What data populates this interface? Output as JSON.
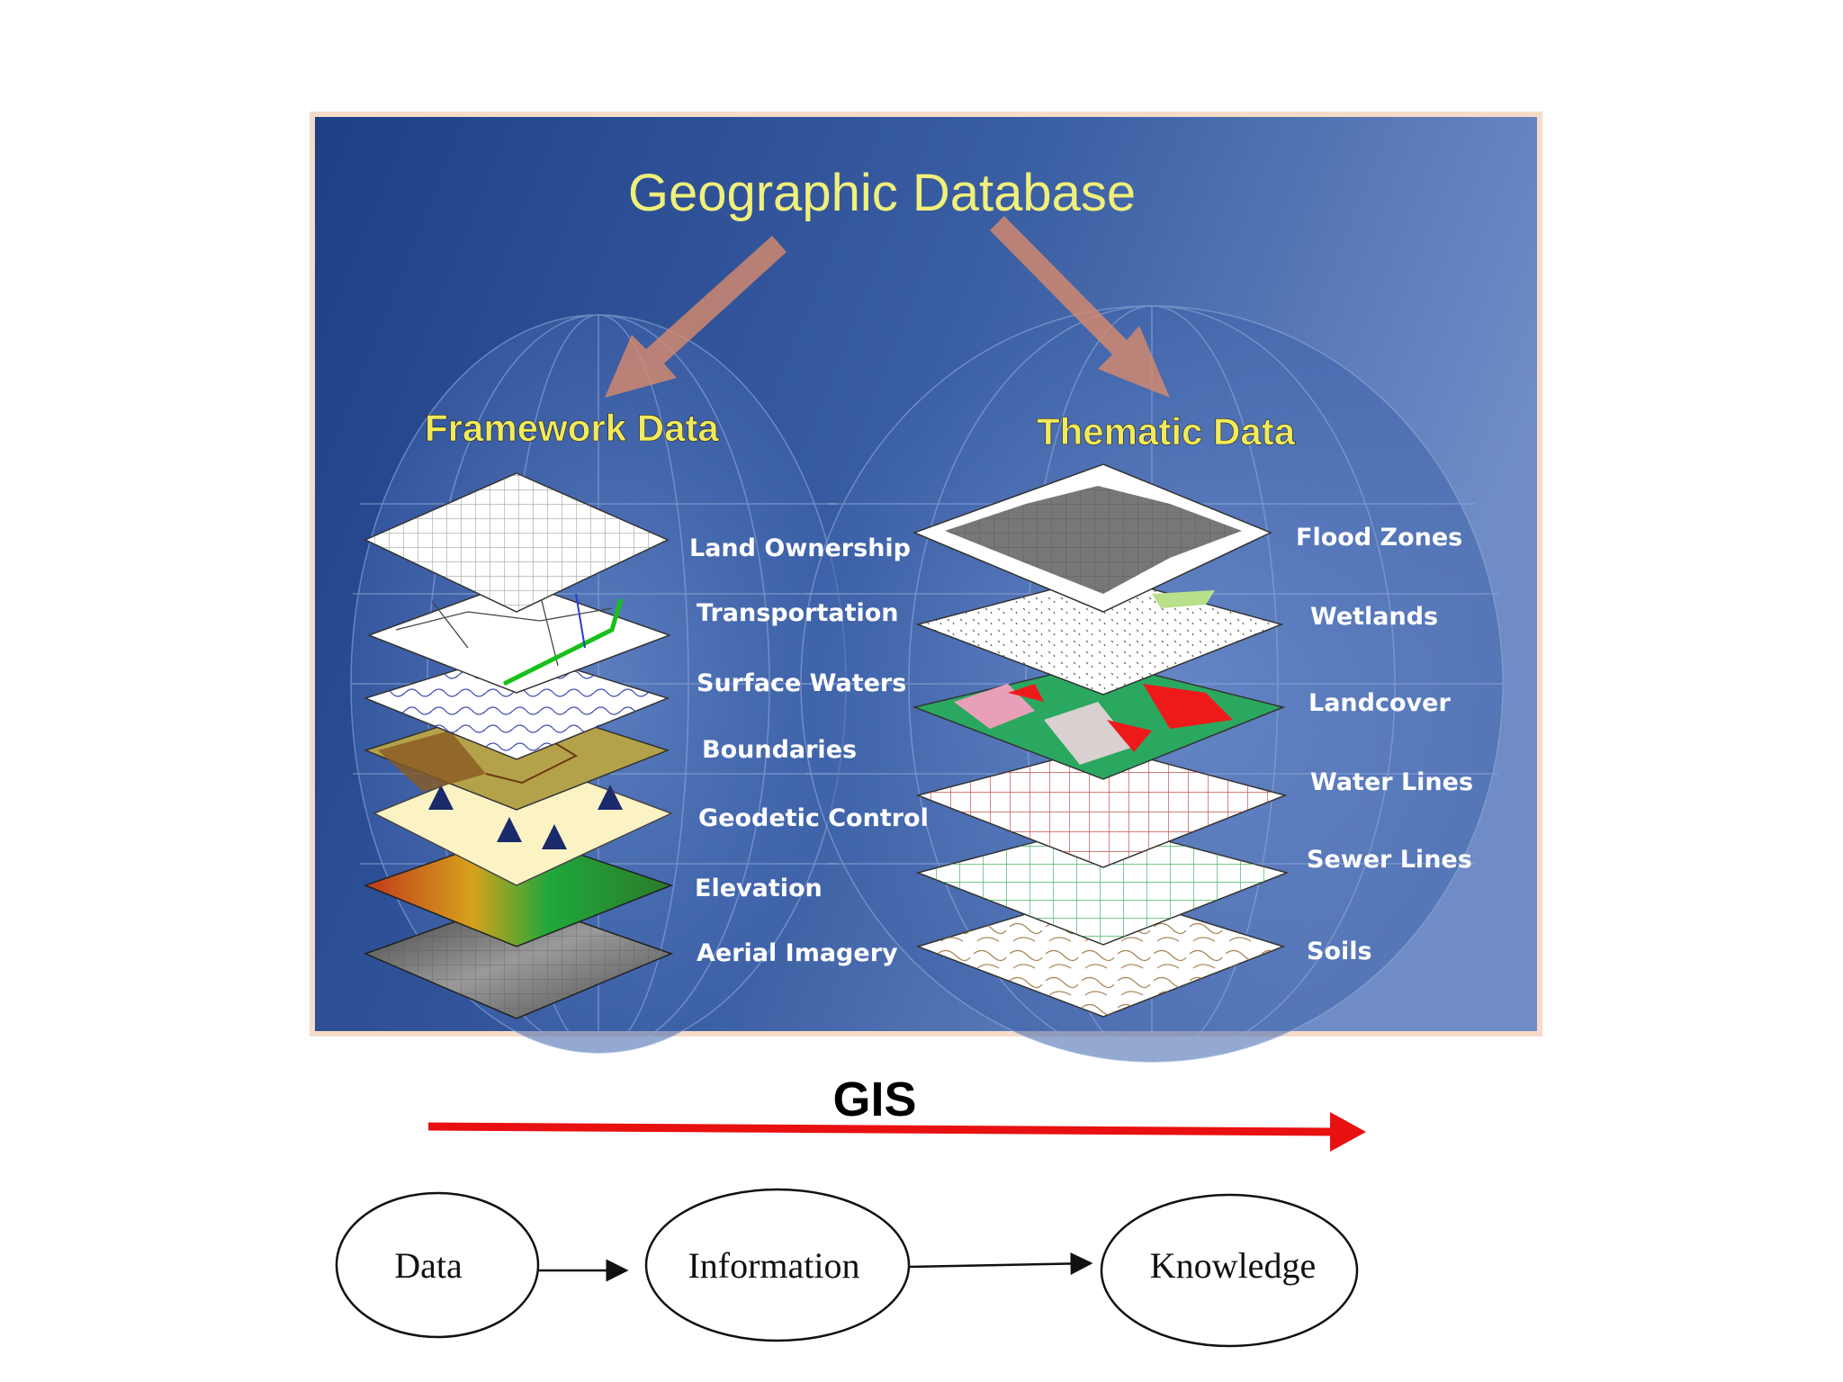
{
  "diagram": {
    "title": "Geographic Database",
    "framework_heading": "Framework Data",
    "thematic_heading": "Thematic Data",
    "framework_layers": [
      {
        "label": "Land Ownership",
        "icon": "parcel-map-layer"
      },
      {
        "label": "Transportation",
        "icon": "road-network-layer"
      },
      {
        "label": "Surface Waters",
        "icon": "hydrography-layer"
      },
      {
        "label": "Boundaries",
        "icon": "boundaries-layer"
      },
      {
        "label": "Geodetic Control",
        "icon": "geodetic-triangles-layer"
      },
      {
        "label": "Elevation",
        "icon": "elevation-relief-layer"
      },
      {
        "label": "Aerial Imagery",
        "icon": "aerial-photo-layer"
      }
    ],
    "thematic_layers": [
      {
        "label": "Flood Zones",
        "icon": "flood-zone-layer"
      },
      {
        "label": "Wetlands",
        "icon": "wetlands-layer"
      },
      {
        "label": "Landcover",
        "icon": "landcover-layer"
      },
      {
        "label": "Water Lines",
        "icon": "water-lines-layer"
      },
      {
        "label": "Sewer Lines",
        "icon": "sewer-lines-layer"
      },
      {
        "label": "Soils",
        "icon": "soils-layer"
      }
    ],
    "colors": {
      "panel_blue": "#2c4f95",
      "title_yellow": "#f0f07a",
      "heading_yellow": "#f2ea5a",
      "arrow_salmon": "#d98a6c",
      "gis_red": "#e81010"
    }
  },
  "flow": {
    "gis_label": "GIS",
    "nodes": [
      "Data",
      "Information",
      "Knowledge"
    ]
  }
}
